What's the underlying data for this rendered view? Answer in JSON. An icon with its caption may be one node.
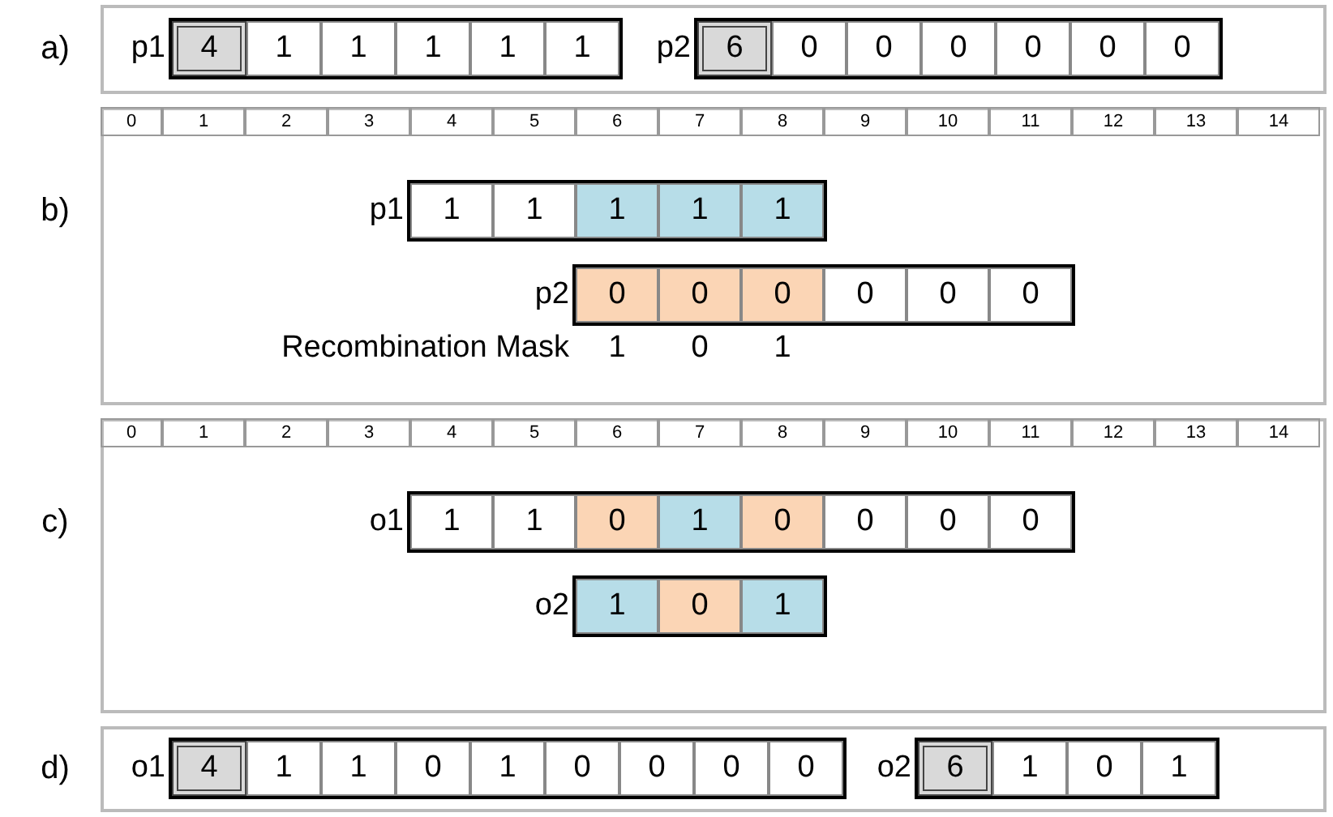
{
  "diagram": {
    "labels": [
      "a)",
      "p1",
      "4",
      "1",
      "1",
      "1",
      "1",
      "1",
      "p2",
      "6",
      "0",
      "0",
      "0",
      "0",
      "0",
      "0",
      "0",
      "1",
      "2",
      "3",
      "4",
      "5",
      "6",
      "7",
      "8",
      "9",
      "10",
      "11",
      "12",
      "13",
      "14",
      "b)",
      "p1",
      "1",
      "1",
      "1",
      "1",
      "1",
      "p2",
      "0",
      "0",
      "0",
      "0",
      "0",
      "0",
      "Recombination Mask",
      "1",
      "0",
      "1",
      "0",
      "1",
      "2",
      "3",
      "4",
      "5",
      "6",
      "7",
      "8",
      "9",
      "10",
      "11",
      "12",
      "13",
      "14",
      "c)",
      "o1",
      "1",
      "1",
      "0",
      "1",
      "0",
      "0",
      "0",
      "0",
      "o2",
      "1",
      "0",
      "1",
      "d)",
      "o1",
      "4",
      "1",
      "1",
      "0",
      "1",
      "0",
      "0",
      "0",
      "0",
      "o2",
      "6",
      "1",
      "0",
      "1"
    ]
  }
}
